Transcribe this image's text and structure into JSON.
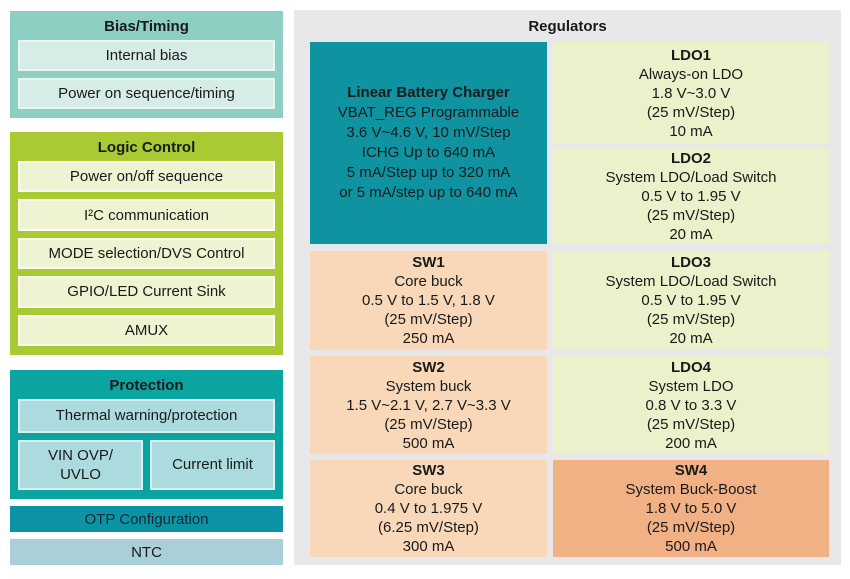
{
  "colors": {
    "bias_group": "#8dcfc3",
    "bias_item": "#d6ece6",
    "logic_group": "#aaca33",
    "logic_item": "#eef3d1",
    "protection_group": "#0aa5a0",
    "protection_item": "#abdbde",
    "otp_bar": "#0d93a6",
    "ntc_bar": "#aacfd8",
    "regulators_panel": "#e8e8ea",
    "charger_block": "#0f93a1",
    "ldo_block": "#ebf1ca",
    "sw_block": "#f8d8b9",
    "sw4_block": "#f1b185",
    "text": "#1a1a1a"
  },
  "left_panel": {
    "bias_timing": {
      "title": "Bias/Timing",
      "items": [
        "Internal bias",
        "Power on sequence/timing"
      ]
    },
    "logic_control": {
      "title": "Logic Control",
      "items": [
        "Power on/off sequence",
        "I²C communication",
        "MODE selection/DVS Control",
        "GPIO/LED Current Sink",
        "AMUX"
      ]
    },
    "protection": {
      "title": "Protection",
      "full_item": "Thermal warning/protection",
      "split_items": [
        "VIN OVP/\nUVLO",
        "Current limit"
      ]
    },
    "otp_bar": "OTP Configuration",
    "ntc_bar": "NTC"
  },
  "regulators": {
    "title": "Regulators",
    "charger": {
      "title": "Linear Battery Charger",
      "lines": [
        "VBAT_REG Programmable",
        "3.6 V~4.6 V, 10 mV/Step",
        "ICHG Up to 640 mA",
        "5 mA/Step up to 320 mA",
        "or 5 mA/step up to 640 mA"
      ]
    },
    "ldo1": {
      "title": "LDO1",
      "lines": [
        "Always-on LDO",
        "1.8 V~3.0 V",
        "(25 mV/Step)",
        "10 mA"
      ]
    },
    "ldo2": {
      "title": "LDO2",
      "lines": [
        "System LDO/Load Switch",
        "0.5 V to 1.95 V",
        "(25 mV/Step)",
        "20 mA"
      ]
    },
    "ldo3": {
      "title": "LDO3",
      "lines": [
        "System LDO/Load Switch",
        "0.5 V to 1.95 V",
        "(25 mV/Step)",
        "20 mA"
      ]
    },
    "ldo4": {
      "title": "LDO4",
      "lines": [
        "System LDO",
        "0.8 V to 3.3 V",
        "(25 mV/Step)",
        "200 mA"
      ]
    },
    "sw1": {
      "title": "SW1",
      "lines": [
        "Core buck",
        "0.5 V to 1.5 V, 1.8 V",
        "(25 mV/Step)",
        "250 mA"
      ]
    },
    "sw2": {
      "title": "SW2",
      "lines": [
        "System buck",
        "1.5 V~2.1 V, 2.7 V~3.3 V",
        "(25 mV/Step)",
        "500 mA"
      ]
    },
    "sw3": {
      "title": "SW3",
      "lines": [
        "Core buck",
        "0.4 V to 1.975 V",
        "(6.25 mV/Step)",
        "300 mA"
      ]
    },
    "sw4": {
      "title": "SW4",
      "lines": [
        "System Buck-Boost",
        "1.8 V to 5.0 V",
        "(25 mV/Step)",
        "500 mA"
      ]
    }
  }
}
